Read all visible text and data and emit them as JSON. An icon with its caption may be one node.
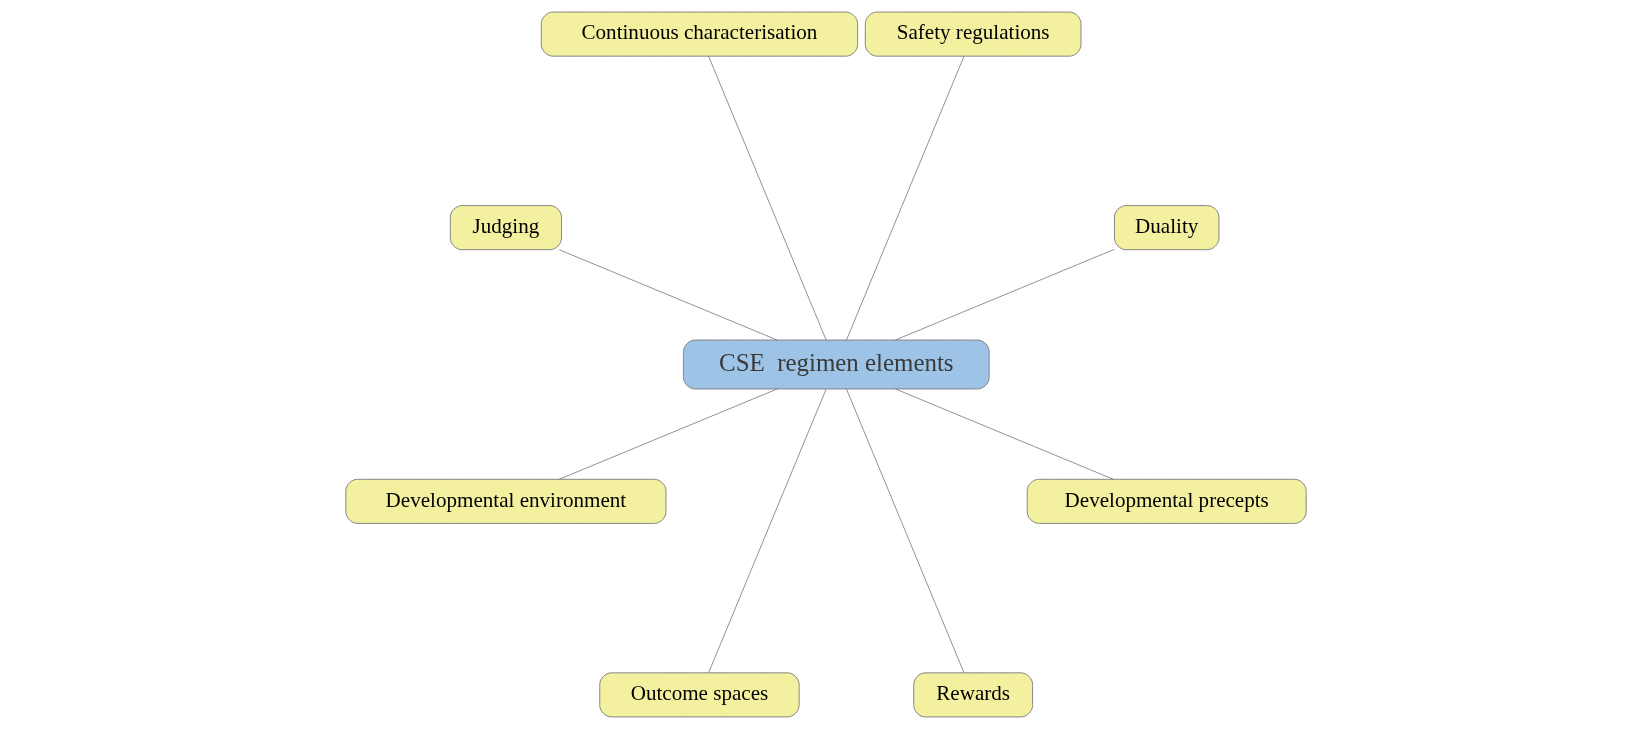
{
  "diagram": {
    "nodes": [
      {
        "text": [
          "CSE  regimen elements"
        ]
      },
      {
        "text": [
          "Duality"
        ]
      },
      {
        "text": [
          "Safety regulations"
        ]
      },
      {
        "text": [
          "Continuous characterisation"
        ]
      },
      {
        "text": [
          "Judging"
        ]
      },
      {
        "text": [
          "Developmental environment"
        ]
      },
      {
        "text": [
          "Outcome spaces"
        ]
      },
      {
        "text": [
          "Rewards"
        ]
      },
      {
        "text": [
          "Developmental precepts"
        ]
      }
    ],
    "edges": [
      {
        "from": 0,
        "to": 1,
        "arrow": "none"
      },
      {
        "from": 0,
        "to": 2,
        "arrow": "none"
      },
      {
        "from": 0,
        "to": 3,
        "arrow": "none"
      },
      {
        "from": 0,
        "to": 4,
        "arrow": "none"
      },
      {
        "from": 0,
        "to": 5,
        "arrow": "none"
      },
      {
        "from": 0,
        "to": 6,
        "arrow": "none"
      },
      {
        "from": 0,
        "to": 7,
        "arrow": "none"
      },
      {
        "from": 0,
        "to": 8,
        "arrow": "none"
      }
    ]
  }
}
